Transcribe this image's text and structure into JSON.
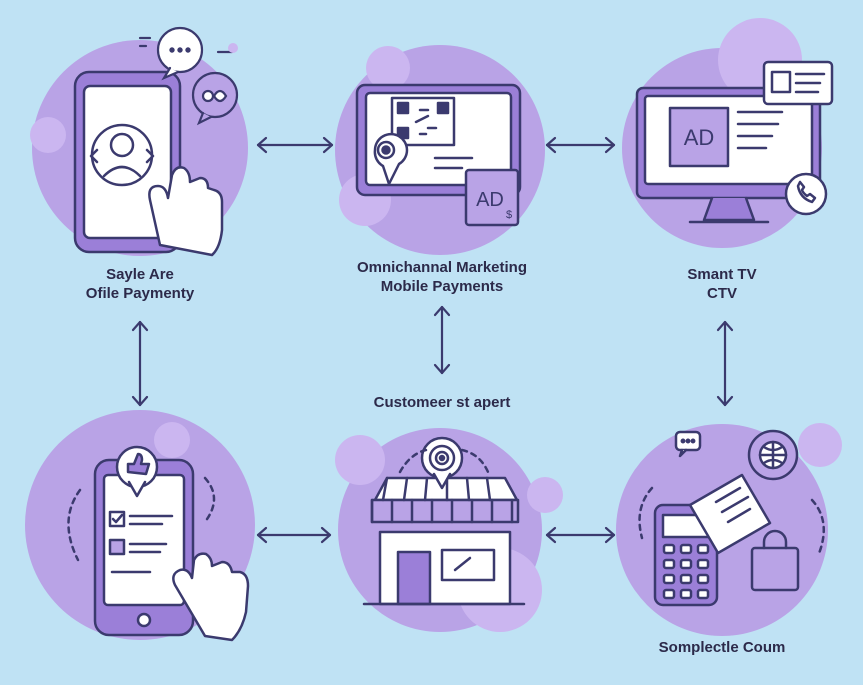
{
  "colors": {
    "background": "#bfe2f4",
    "circle": "#b9a3e6",
    "circle_light": "#cbb6f0",
    "accent": "#9b7fd8",
    "outline": "#3b3a6e",
    "arrow": "#3b3a6e"
  },
  "nodes": {
    "top_left": {
      "label_line1": "Sayle Are",
      "label_line2": "Ofile Paymenty",
      "icon": "smartphone-face-id-icon"
    },
    "top_center": {
      "label_line1": "Omnichannal Marketing",
      "label_line2": "Mobile Payments",
      "icon": "qr-code-screen-icon",
      "ad_text": "AD",
      "currency_symbol": "$"
    },
    "top_right": {
      "label_line1": "Smant TV",
      "label_line2": "CTV",
      "icon": "smart-tv-icon",
      "ad_text": "AD"
    },
    "middle": {
      "label": "Customeer st apert"
    },
    "bottom_left": {
      "icon": "phone-checklist-icon"
    },
    "bottom_center": {
      "icon": "storefront-icon"
    },
    "bottom_right": {
      "label": "Somplectle Coum",
      "icon": "payment-terminal-icon"
    }
  }
}
